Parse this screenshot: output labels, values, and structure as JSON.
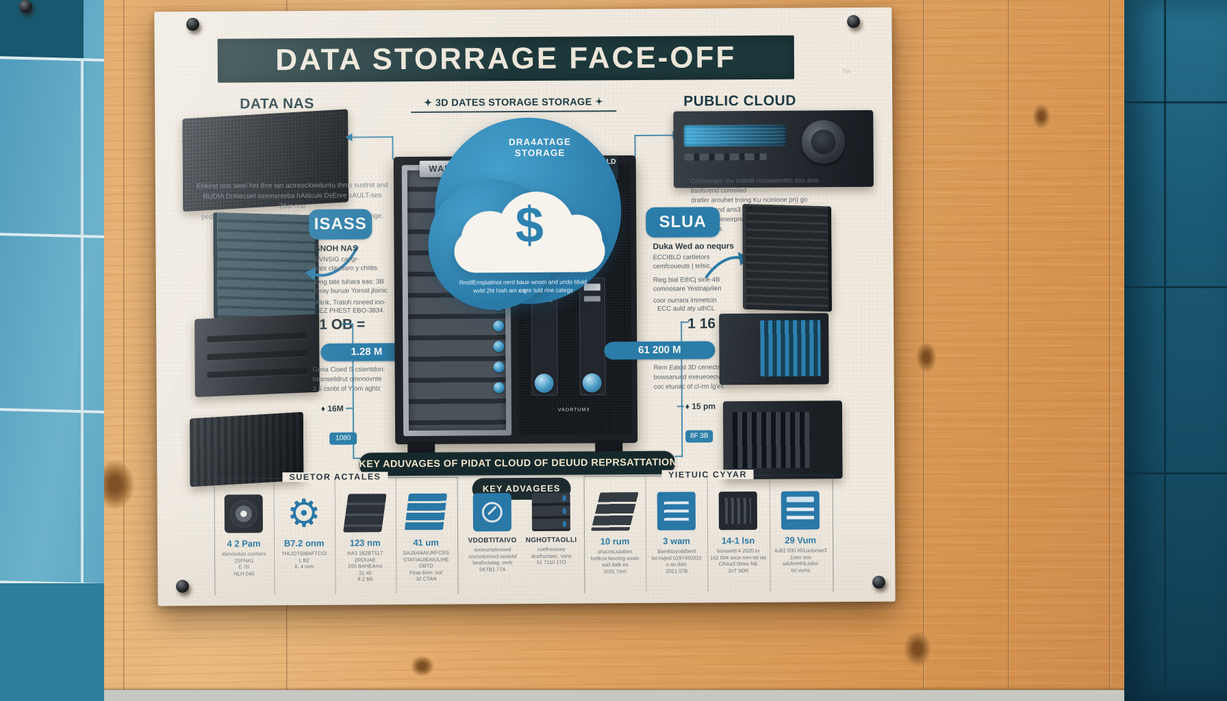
{
  "header": {
    "title": "DATA STORRAGE FACE-OFF",
    "tm": "TH",
    "sub_left": "DATA NAS",
    "sub_center": "✦ 3D DATES STORAGE STORAGE ✦",
    "sub_right": "PUBLIC CLOUD"
  },
  "left": {
    "para": [
      "Ehkirat noo weel hnt thre tan actreoclowduntu thms sustrot and",
      "BUOIA DrAiecoet ozemsnieba hAiticuis DsEnre xAULT-ses 26at one",
      "ped.im teda nlslic gaorinfoi Hoiiie crktcttre uu coi atrlentinge."
    ],
    "label": "ISASS",
    "side_lines": [
      "SNOH NAS",
      "EVNSIG caygr-",
      "tiats clavissro y chitits",
      "Ong tate tuhara eas: 3B",
      "Gray buruar Yorost jloinic",
      "Altrik, Tratoh rsneed ino-",
      "EZ PHEST EBO-3834."
    ],
    "metric": "1 OB =",
    "pill": "1.28 M",
    "para2": [
      "Gena Cised S cstentdon:",
      "besnselidrut omnnovnte",
      "3.5 csnbt of Y om aghlz"
    ],
    "marker": "♦ 16M",
    "tag": "1080"
  },
  "center": {
    "rack_label_left": "WAED",
    "rack_label_right": "INH NVOLD",
    "rack_small_label": "VAORTUMX",
    "cloud_title": "DRA4ATAGE STORAGE",
    "dollar": "$",
    "cloud_text": [
      "RnolfEnspiatinot nerd baue wnom and undo tduld cor",
      "wvld 2ht hiah am n gre tuld rine categs"
    ]
  },
  "right": {
    "para": [
      "Chostreant nsv colintil nozweemtkn das anis bsolsrend comsiled",
      "dratler arouhet troing Ku ncinione pn) go omrshwend ans3 o3vAve",
      "gus lhe hotneirpnved yourk md ounalli centerged shnelviags."
    ],
    "label": "SLUA",
    "side_lines": [
      "Duka Wed ao nequrs",
      "ECCIBLD cartletors",
      "cemfcoueuts | telsic,",
      "Rieg bial EthCj sine-4B",
      "comnosare Yestnajvilen",
      "coor ourrara immetcin",
      "ECC auld aty uthCL"
    ],
    "metric": "1 16 =",
    "pill": "61 200 M",
    "para2": [
      "Rem Eatod 3D cenectsam",
      "bowsanucd exeueoeovirg",
      "coc etunac of cI-rm lg'es"
    ],
    "marker": "♦ 15 pm",
    "tag": "8F 3B"
  },
  "mid_banner": "KEY ADUVAGES OF PIDAT CLOUD OF DEUUD REPRSATTATION",
  "bottom": {
    "left_header": "SUETOR ACTALES",
    "center_header": "KEY ADVAGEES",
    "right_header": "YIETUIC CYYAR",
    "items": [
      {
        "icon": "speaker-icon",
        "cls": "ico-speaker",
        "stat": "4 2 Pam",
        "dark": false,
        "lines": [
          "klenorotan coonors",
          "2SFNA1",
          "E 70",
          "NLH 046"
        ]
      },
      {
        "icon": "gear-icon",
        "cls": "ico-gear",
        "stat": "B7.2 onm",
        "dark": false,
        "lines": [
          "THLIOTSIBAFTCGI",
          "L B2",
          "6. 4 rom"
        ]
      },
      {
        "icon": "server-stack-icon",
        "cls": "ico-servers",
        "stat": "123 nm",
        "dark": false,
        "lines": [
          "HA3 1B2BT517 2ROUAE",
          "200 BAHEAms",
          "31 40",
          "8 Z B6"
        ]
      },
      {
        "icon": "disk-stack-icon",
        "cls": "ico-disks",
        "stat": "41 um",
        "dark": false,
        "lines": [
          "SAJSANAIURFOSS",
          "STATIAUIEAIULIHE OBTD",
          "Ftras tiom- oul'",
          "32 CTAN"
        ]
      },
      {
        "icon": "badge-box-icon",
        "cls": "ico-badge",
        "stat": "VDOBTITAIVO",
        "dark": true,
        "lines": [
          "sooeumplicesed",
          "onchotoonvcl-sosivtd",
          "beafoctaiag. oorb",
          "5KTB1 77A"
        ]
      },
      {
        "icon": "drive-stack-icon",
        "cls": "ico-drives",
        "stat": "NGHOTTAOLLI",
        "dark": true,
        "lines": [
          "cuefhsciowy",
          "dosfructaec. vons",
          "51 7110 1TO"
        ]
      },
      {
        "icon": "folder-stack-icon",
        "cls": "ico-folders",
        "stat": "10 rum",
        "dark": false,
        "lines": [
          "shacmLssoben",
          "bofkcw leochrg-vosto",
          "sad datk os",
          "2c01 7ern"
        ]
      },
      {
        "icon": "file-box-icon",
        "cls": "ico-filebox",
        "stat": "3 wam",
        "dark": false,
        "lines": [
          "Bamktuyoddbenl",
          "bo'cwjed 0297450310",
          "s au datc",
          "2021 07B"
        ]
      },
      {
        "icon": "vent-box-icon",
        "cls": "ico-ventbox",
        "stat": "14-1 lsn",
        "dark": false,
        "lines": [
          "borswrtd 4 2020 to",
          "102 004 soce rom ttd ias",
          "CRAa3 00mc NE",
          "2uT N0R"
        ]
      },
      {
        "icon": "copier-icon",
        "cls": "ico-copier",
        "stat": "29 Vum",
        "dark": false,
        "lines": [
          "4u82 000 #01outsnae3",
          "1ueo ooo sdclimHNLeduc",
          "txt vurns"
        ]
      }
    ],
    "item_centers": [
      126,
      214,
      303,
      392,
      489,
      575,
      668,
      758,
      848,
      939
    ]
  },
  "colors": {
    "accent": "#2b7ca8",
    "banner_bg": "#1d383b",
    "poster_bg": "#efe9df"
  }
}
